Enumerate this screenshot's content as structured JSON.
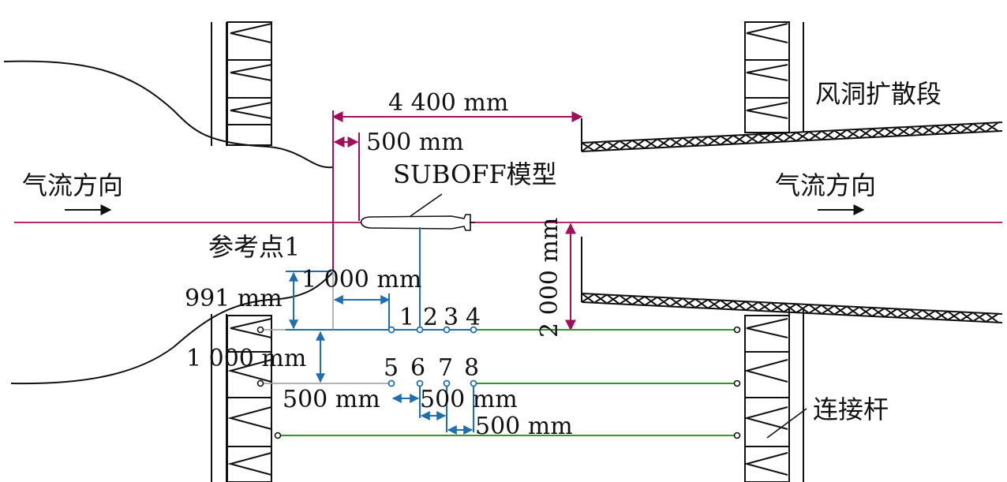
{
  "labels": {
    "diffuser": "风洞扩散段",
    "flow_left": "气流方向",
    "flow_right": "气流方向",
    "model": "SUBOFF模型",
    "ref_point": "参考点1",
    "rod": "连接杆"
  },
  "dims": {
    "total_length": "4 400 mm",
    "offset_500": "500 mm",
    "height_2000": "2 000 mm",
    "d_991": "991 mm",
    "d_1000_h": "1 000 mm",
    "d_1000_v": "1 000 mm",
    "s1": "500 mm",
    "s2": "500 mm",
    "s3": "500 mm"
  },
  "probes": {
    "row1": [
      "1",
      "2",
      "3",
      "4"
    ],
    "row2": [
      "5",
      "6",
      "7",
      "8"
    ]
  },
  "colors": {
    "dimension": "#a0105a",
    "axis": "#a0105a",
    "blue": "#1f6fb0",
    "green": "#2a9a2a",
    "structure": "#111111",
    "gray": "#9a9a9a"
  }
}
